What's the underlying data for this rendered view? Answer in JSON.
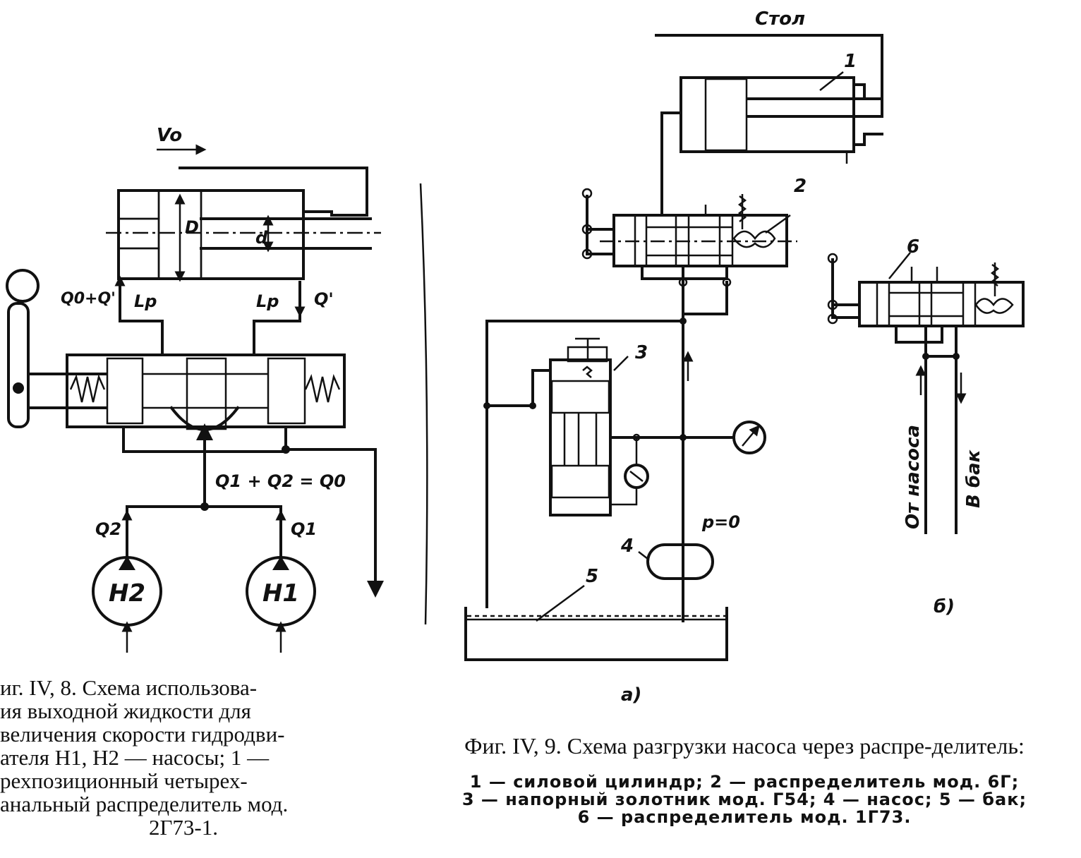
{
  "left_figure": {
    "labels": {
      "velocity": "Vo",
      "diameter": "D",
      "rod_diameter": "d",
      "flow_left": "Q0+Q'",
      "flow_right": "Q'",
      "lp_left": "Lp",
      "lp_right": "Lp",
      "flow_sum": "Q1 + Q2 = Q0",
      "q2": "Q2",
      "q1": "Q1",
      "pump_2": "H2",
      "pump_1": "H1"
    },
    "caption": [
      "иг.  IV, 8.  Схема  использова-",
      "ия  выходной  жидкости  для",
      "величения  скорости  гидродви-",
      "ателя  H1,   H2 — насосы;  1 —",
      "рехпозиционный          четырех-",
      "анальный  распределитель  мод.",
      "2Г73-1."
    ]
  },
  "right_figure": {
    "labels": {
      "table": "Стол",
      "n1": "1",
      "n2": "2",
      "n3": "3",
      "n4": "4",
      "n5": "5",
      "n6": "6",
      "pressure": "p=0",
      "from_pump": "От насоса",
      "to_tank": "В бак",
      "sub_a": "а)",
      "sub_b": "б)"
    },
    "caption_title": "Фиг. IV, 9.  Схема разгрузки  насоса через распре-делитель:",
    "legend": [
      "1 — силовой цилиндр;  2 — распределитель мод. 6Г;",
      "3 — напорный золотник мод. Г54;  4 — насос;  5 — бак;",
      "6 — распределитель мод. 1Г73."
    ]
  }
}
